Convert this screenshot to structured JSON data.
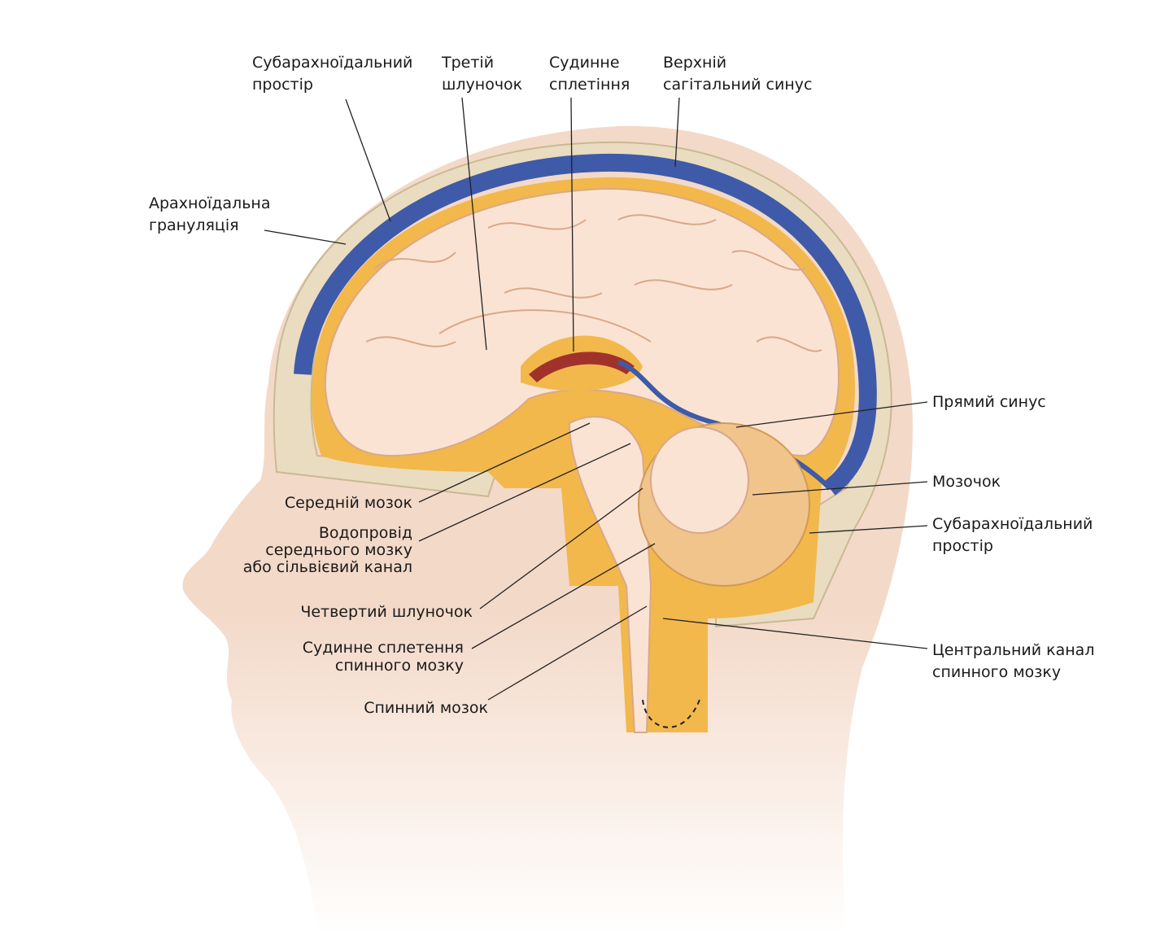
{
  "colors": {
    "skin": "#f3d9c8",
    "skull": "#e9dcc0",
    "sinus": "#3f5aa8",
    "csf": "#f2b84b",
    "brain": "#fbe3d4",
    "line": "#222222"
  },
  "labels": {
    "subarachnoid_top": [
      "Субарахноїдальний",
      "простір"
    ],
    "third_ventricle": [
      "Третій",
      "шлуночок"
    ],
    "choroid_plexus": [
      "Судинне",
      "сплетіння"
    ],
    "superior_sagittal_sinus": [
      "Верхній",
      "сагітальний синус"
    ],
    "arachnoid_granulation": [
      "Арахноїдальна",
      "грануляція"
    ],
    "straight_sinus": "Прямий синус",
    "cerebellum": "Мозочок",
    "subarachnoid_right": [
      "Субарахноїдальний",
      "простір"
    ],
    "central_canal": [
      "Центральний канал",
      "спинного мозку"
    ],
    "midbrain": "Середній мозок",
    "aqueduct": [
      "Водопровід",
      "середнього мозку",
      "або сільвієвий канал"
    ],
    "fourth_ventricle": "Четвертий шлуночок",
    "spinal_choroid_plexus": [
      "Судинне сплетення",
      "спинного мозку"
    ],
    "spinal_cord": "Спинний мозок"
  }
}
